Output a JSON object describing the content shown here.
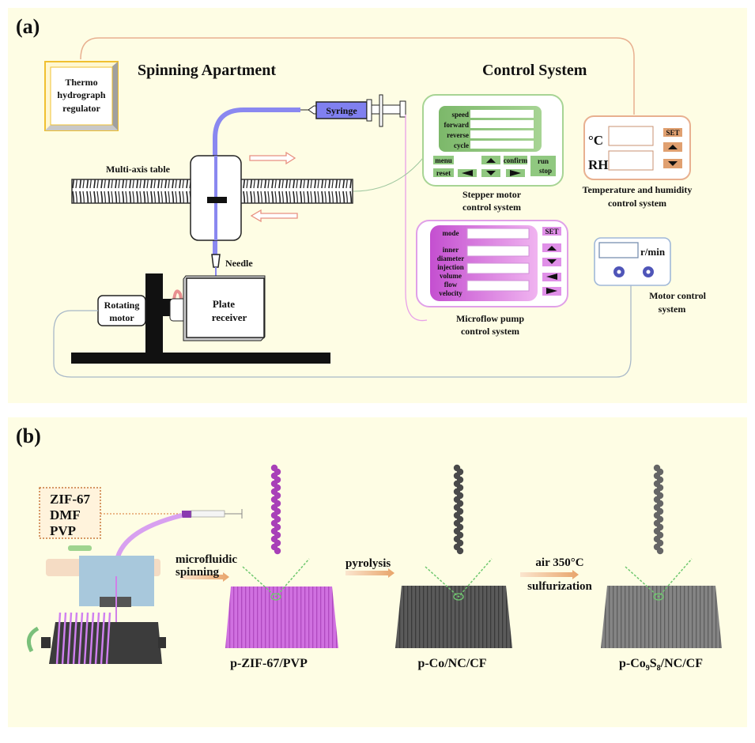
{
  "panel_a": {
    "label": "(a)",
    "spinning_title": "Spinning Apartment",
    "control_title": "Control System",
    "thermo_regulator": [
      "Thermo",
      "hydrograph",
      "regulator"
    ],
    "syringe_label": "Syringe",
    "multi_axis_label": "Multi-axis table",
    "needle_label": "Needle",
    "rotating_motor": [
      "Rotating",
      "motor"
    ],
    "plate_receiver": [
      "Plate",
      "receiver"
    ],
    "stepper": {
      "fields": [
        "speed",
        "forward",
        "reverse",
        "cycle"
      ],
      "buttons": {
        "menu": "menu",
        "reset": "reset",
        "confirm": "confirm",
        "run": "run",
        "stop": "stop"
      },
      "caption": [
        "Stepper motor",
        "control system"
      ]
    },
    "temp_humidity": {
      "fields": [
        "°C",
        "RH"
      ],
      "set_label": "SET",
      "caption": [
        "Temperature and humidity",
        "control system"
      ]
    },
    "microflow": {
      "fields": [
        [
          "mode"
        ],
        [
          "inner",
          "diameter"
        ],
        [
          "injection",
          "volume"
        ],
        [
          "flow",
          "velocity"
        ]
      ],
      "set_label": "SET",
      "caption": [
        "Microflow pump",
        "control system"
      ]
    },
    "motor": {
      "unit": "r/min",
      "caption": [
        "Motor control",
        "system"
      ]
    },
    "colors": {
      "stepper": "#7cb86a",
      "temp": "#e8a878",
      "microflow": "#d070d8",
      "motor": "#7aa0d0",
      "tube": "#8080f0",
      "thermo_frame": "#f0c030"
    }
  },
  "panel_b": {
    "label": "(b)",
    "precursor": [
      "ZIF-67",
      "DMF",
      "PVP"
    ],
    "steps": [
      {
        "label": [
          "microfluidic",
          "spinning"
        ]
      },
      {
        "label": [
          "pyrolysis"
        ]
      },
      {
        "label": [
          "air 350°C",
          "sulfurization"
        ]
      }
    ],
    "products": [
      {
        "name": "p-ZIF-67/PVP",
        "color": "#c050d0"
      },
      {
        "name": "p-Co/NC/CF",
        "color": "#555555"
      },
      {
        "name_parts": [
          "p-Co",
          "9",
          "S",
          "8",
          "/NC/CF"
        ],
        "color": "#7a7a7a"
      }
    ]
  }
}
